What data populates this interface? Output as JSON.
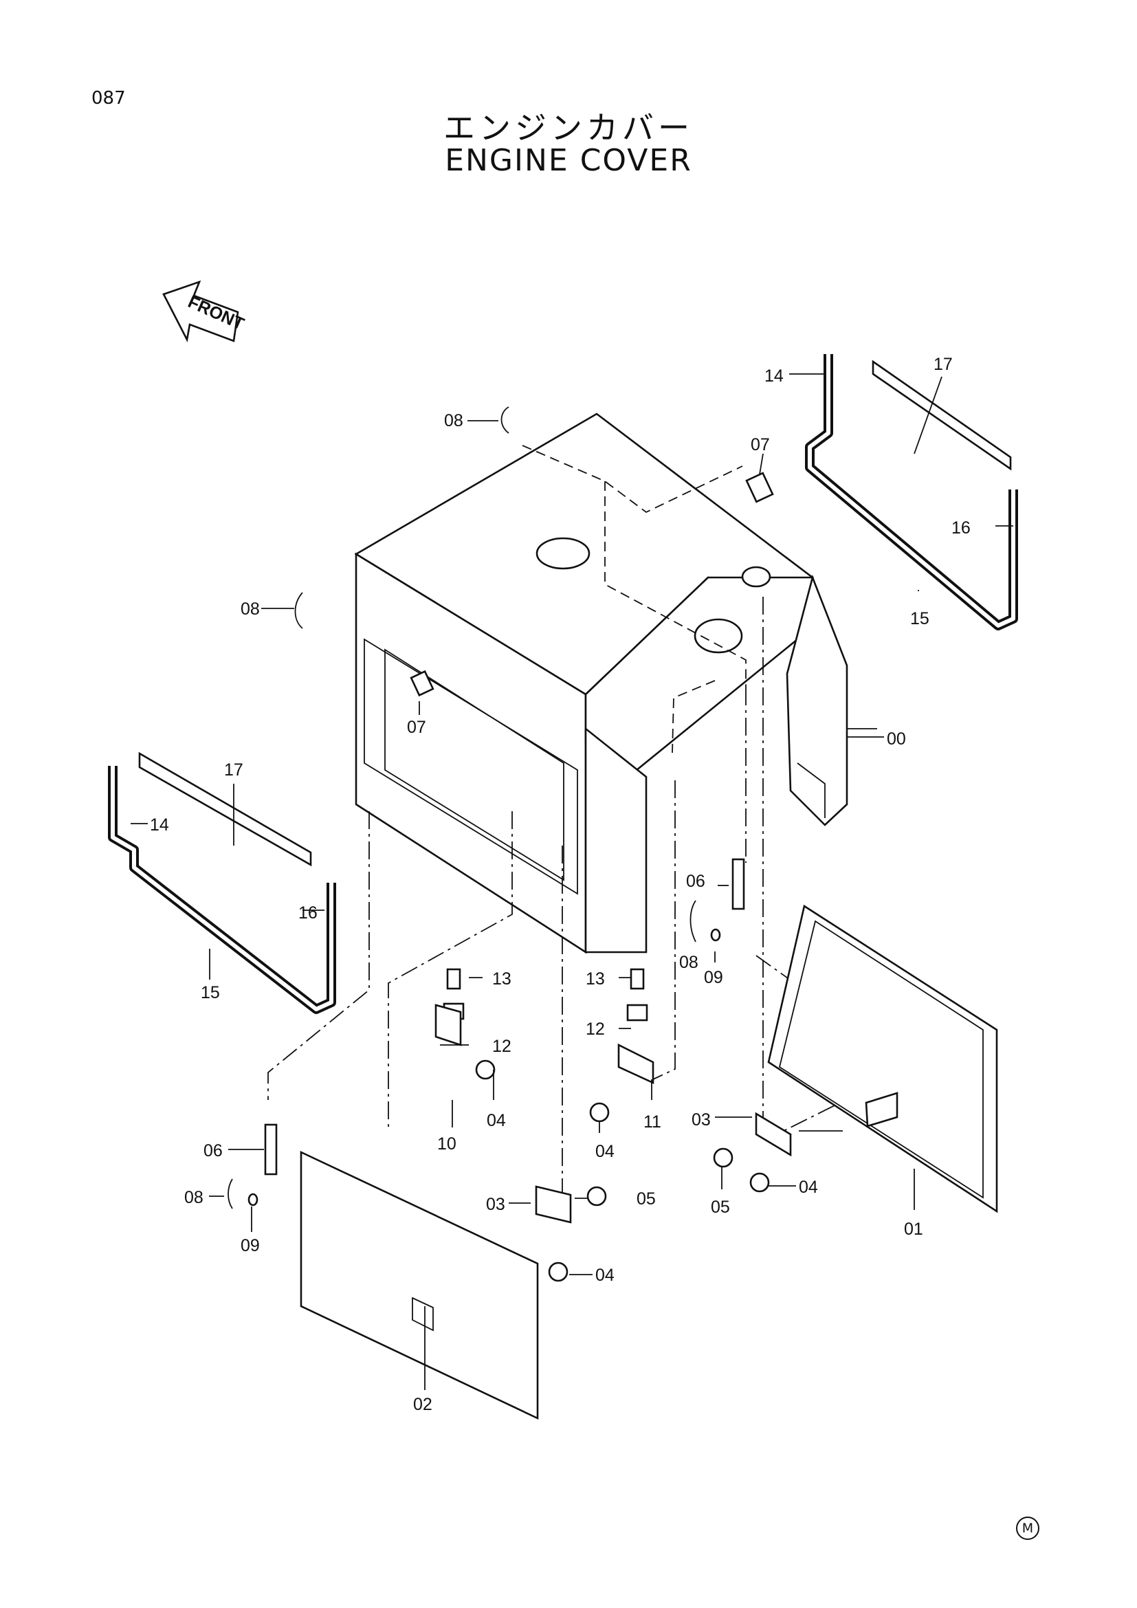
{
  "page_number": "087",
  "title_jp": "エンジンカバー",
  "title_en": "ENGINE COVER",
  "front_arrow": "FRONT",
  "footer_mark": "M",
  "labels": {
    "l00": "00",
    "l01": "01",
    "l02": "02",
    "l03a": "03",
    "l03b": "03",
    "l04a": "04",
    "l04b": "04",
    "l04c": "04",
    "l04d": "04",
    "l05a": "05",
    "l05b": "05",
    "l06a": "06",
    "l06b": "06",
    "l07a": "07",
    "l07b": "07",
    "l08a": "08",
    "l08b": "08",
    "l08c": "08",
    "l08d": "08",
    "l09a": "09",
    "l09b": "09",
    "l10": "10",
    "l11": "11",
    "l12a": "12",
    "l12b": "12",
    "l13a": "13",
    "l13b": "13",
    "l14a": "14",
    "l14b": "14",
    "l15a": "15",
    "l15b": "15",
    "l16a": "16",
    "l16b": "16",
    "l17a": "17",
    "l17b": "17"
  }
}
